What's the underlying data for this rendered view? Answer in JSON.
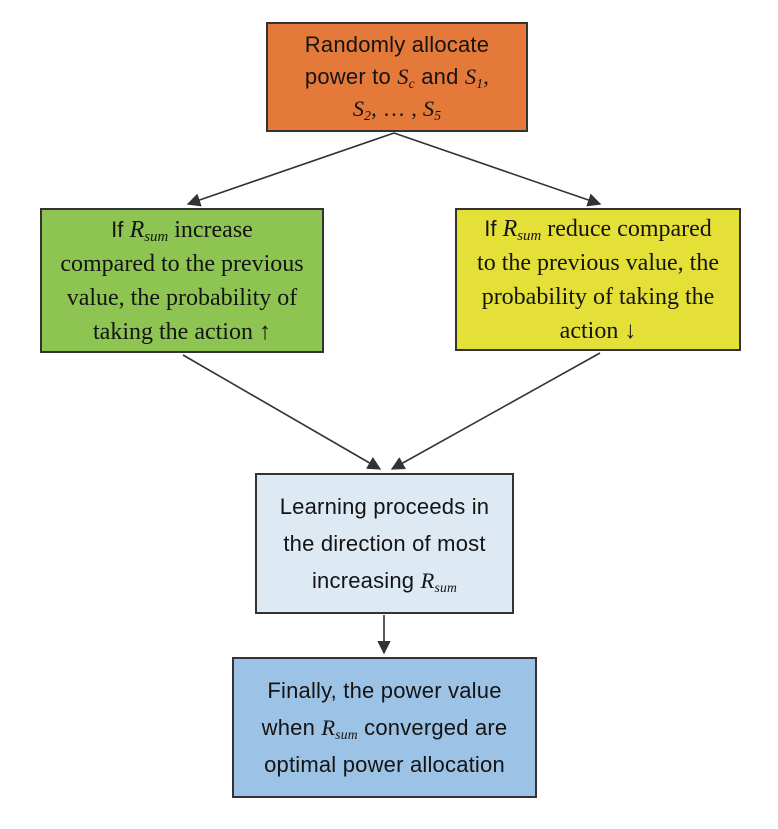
{
  "diagram": {
    "type": "flowchart",
    "background_color": "#ffffff",
    "border_color": "#333333",
    "arrow_color": "#333333",
    "text_color": "#141414",
    "boxes": [
      {
        "id": "allocate",
        "name": "randomly-allocate-power-box",
        "fill": "#e5793a",
        "text_plain": "Randomly allocate power to S_c and S_1, S_2, … , S_5",
        "lines": [
          [
            {
              "style": "sans",
              "text": "Randomly allocate"
            }
          ],
          [
            {
              "style": "sans",
              "text": "power to "
            },
            {
              "style": "math",
              "text": "S",
              "sub": "c"
            },
            {
              "style": "sans",
              "text": " and "
            },
            {
              "style": "math",
              "text": "S",
              "sub": "1"
            },
            {
              "style": "serif",
              "text": ","
            }
          ],
          [
            {
              "style": "math",
              "text": "S",
              "sub": "2"
            },
            {
              "style": "serif",
              "text": ", … , "
            },
            {
              "style": "math",
              "text": "S",
              "sub": "5"
            }
          ]
        ]
      },
      {
        "id": "increase",
        "name": "rsum-increase-box",
        "fill": "#8dc452",
        "text_plain": "If R_sum increase compared to the previous value, the probability of taking the action ↑",
        "lines": [
          [
            {
              "style": "sans",
              "text": "If "
            },
            {
              "style": "math",
              "text": "R",
              "sub": "sum"
            },
            {
              "style": "serif",
              "text": " increase"
            }
          ],
          [
            {
              "style": "serif",
              "text": "compared to the previous"
            }
          ],
          [
            {
              "style": "serif",
              "text": "value, the probability of"
            }
          ],
          [
            {
              "style": "serif",
              "text": "taking the action ↑"
            }
          ]
        ]
      },
      {
        "id": "reduce",
        "name": "rsum-reduce-box",
        "fill": "#e4e037",
        "text_plain": "If R_sum reduce compared to the previous value, the probability of taking the action ↓",
        "lines": [
          [
            {
              "style": "sans",
              "text": "If "
            },
            {
              "style": "math",
              "text": "R",
              "sub": "sum"
            },
            {
              "style": "serif",
              "text": " reduce compared"
            }
          ],
          [
            {
              "style": "serif",
              "text": "to the previous value, the"
            }
          ],
          [
            {
              "style": "serif",
              "text": "probability of taking the"
            }
          ],
          [
            {
              "style": "serif",
              "text": "action ↓"
            }
          ]
        ]
      },
      {
        "id": "learning",
        "name": "learning-proceeds-box",
        "fill": "#dde9f3",
        "text_plain": "Learning proceeds in the direction of most increasing R_sum",
        "lines": [
          [
            {
              "style": "sans",
              "text": "Learning proceeds in"
            }
          ],
          [
            {
              "style": "sans",
              "text": "the direction of most"
            }
          ],
          [
            {
              "style": "sans",
              "text": "increasing "
            },
            {
              "style": "math",
              "text": "R",
              "sub": "sum"
            }
          ]
        ]
      },
      {
        "id": "final",
        "name": "optimal-power-box",
        "fill": "#9cc2e5",
        "text_plain": "Finally, the power value when R_sum converged are optimal power allocation",
        "lines": [
          [
            {
              "style": "sans",
              "text": "Finally, the power value"
            }
          ],
          [
            {
              "style": "sans",
              "text": "when "
            },
            {
              "style": "math",
              "text": "R",
              "sub": "sum"
            },
            {
              "style": "sans",
              "text": " converged are"
            }
          ],
          [
            {
              "style": "sans",
              "text": "optimal power allocation"
            }
          ]
        ]
      }
    ],
    "edges": [
      {
        "from": "allocate",
        "to": "increase"
      },
      {
        "from": "allocate",
        "to": "reduce"
      },
      {
        "from": "increase",
        "to": "learning"
      },
      {
        "from": "reduce",
        "to": "learning"
      },
      {
        "from": "learning",
        "to": "final"
      }
    ]
  }
}
